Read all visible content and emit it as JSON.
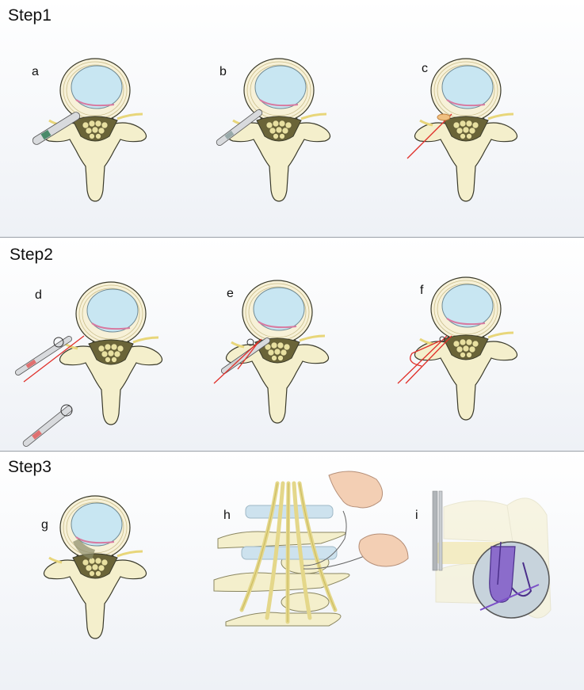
{
  "steps": [
    {
      "title": "Step1",
      "figures": [
        "a",
        "b",
        "c"
      ]
    },
    {
      "title": "Step2",
      "figures": [
        "d",
        "e",
        "f"
      ]
    },
    {
      "title": "Step3",
      "figures": [
        "g",
        "h",
        "i"
      ]
    }
  ],
  "colors": {
    "bone": "#f4efcc",
    "bone_outline": "#3a3a2a",
    "disc_nucleus": "#c8e6f2",
    "disc_ring": "#f7f1d8",
    "spinal_canal": "#6a6438",
    "dural_sac": "#e8e0a0",
    "nerve_root": "#e8d67a",
    "guide_wire": "#e0302a",
    "instrument": "#d8dadd",
    "hand": "#f3cfb4",
    "suture": "#7b4fc7",
    "background": "#eef1f6"
  },
  "icons": [
    "vertebra-icon",
    "needle-icon",
    "guide-wire-icon",
    "hand-icon",
    "magnifier-icon"
  ]
}
